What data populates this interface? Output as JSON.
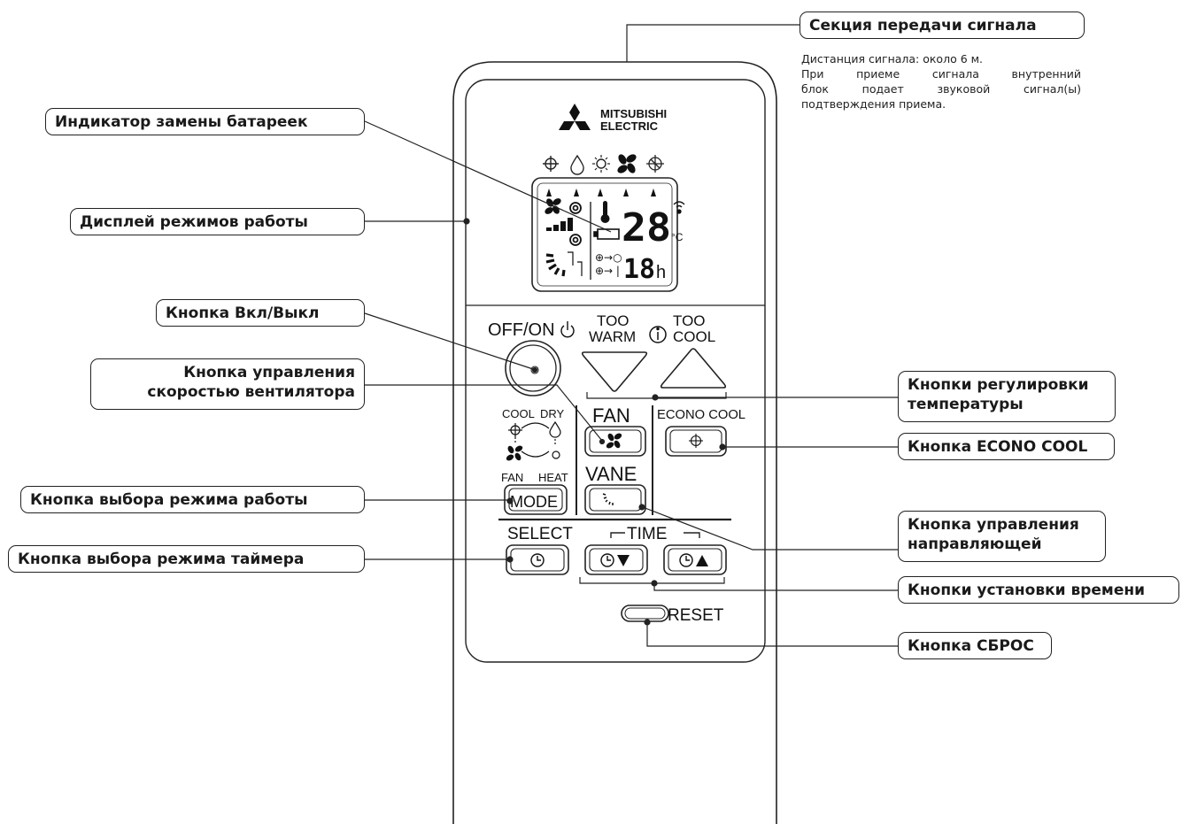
{
  "brand": {
    "line1": "MITSUBISHI",
    "line2": "ELECTRIC"
  },
  "display": {
    "temperature": "28",
    "unit": "°C",
    "timer_hours": "18",
    "timer_unit": "h"
  },
  "buttons": {
    "off_on": "OFF/ON",
    "too_warm_1": "TOO",
    "too_warm_2": "WARM",
    "too_cool_1": "TOO",
    "too_cool_2": "COOL",
    "fan": "FAN",
    "econo_cool": "ECONO COOL",
    "vane": "VANE",
    "mode": "MODE",
    "mode_cool": "COOL",
    "mode_dry": "DRY",
    "mode_fan": "FAN",
    "mode_heat": "HEAT",
    "select": "SELECT",
    "time": "TIME",
    "reset": "RESET"
  },
  "callouts": {
    "signal_section": "Секция передачи сигнала",
    "battery_indicator": "Индикатор замены батареек",
    "mode_display": "Дисплей режимов работы",
    "on_off_button": "Кнопка Вкл/Выкл",
    "fan_speed_1": "Кнопка управления",
    "fan_speed_2": "скоростью вентилятора",
    "temp_adjust_1": "Кнопки регулировки",
    "temp_adjust_2": "температуры",
    "econo_cool_button": "Кнопка ECONO COOL",
    "mode_select_button": "Кнопка выбора режима работы",
    "vane_1": "Кнопка управления",
    "vane_2": "направляющей",
    "timer_mode_button": "Кнопка выбора режима таймера",
    "time_set_buttons": "Кнопки установки времени",
    "reset_button": "Кнопка СБРОС"
  },
  "note": {
    "line1": "Дистанция сигнала: около 6 м.",
    "line2": "При приеме сигнала внутренний",
    "line3": "блок подает звуковой сигнал(ы)",
    "line4": "подтверждения приема."
  }
}
